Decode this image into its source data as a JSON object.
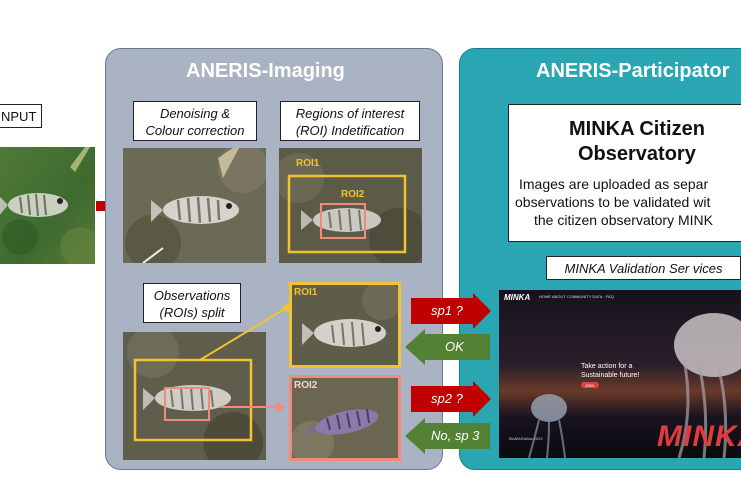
{
  "input": {
    "label": "NPUT"
  },
  "imaging": {
    "title": "ANERIS-Imaging",
    "denoise_label": "Denoising  &\nColour correction",
    "roi_id_label": "Regions of interest\n(ROI) Indetification",
    "split_label": "Observations\n(ROIs) split",
    "roi1": "ROI1",
    "roi2": "ROI2",
    "roi1_crop": "ROI1",
    "roi2_crop": "ROI2"
  },
  "participatory": {
    "title": "ANERIS-Participator",
    "minka_title_line1": "MINKA Citizen",
    "minka_title_line2": "Observatory",
    "minka_desc_1": "Images are uploaded as separ",
    "minka_desc_2": "observations to be validated wit",
    "minka_desc_3": "the citizen observatory MINK",
    "validation_label": "MINKA Validation Ser vices"
  },
  "arrows": {
    "sp1": "sp1 ?",
    "ok": "OK",
    "sp2": "sp2 ?",
    "no_sp3": "No, sp 3"
  },
  "website": {
    "logo": "MINKA",
    "nav": "HOME   ABOUT   COMMUNITY   DATA   ·   FAQ",
    "tagline_1": "Take action for a",
    "tagline_2": "Sustainable future!",
    "button": "JOIN",
    "footer": "BioMARAtlas 2022",
    "brand": "MINKA"
  },
  "colors": {
    "red_arrow": "#c00000",
    "green_arrow": "#548235",
    "roi1": "#f2c230",
    "roi2": "#f08a7a",
    "imaging_panel": "#aab3c3",
    "participatory_panel": "#2aa6b3"
  }
}
